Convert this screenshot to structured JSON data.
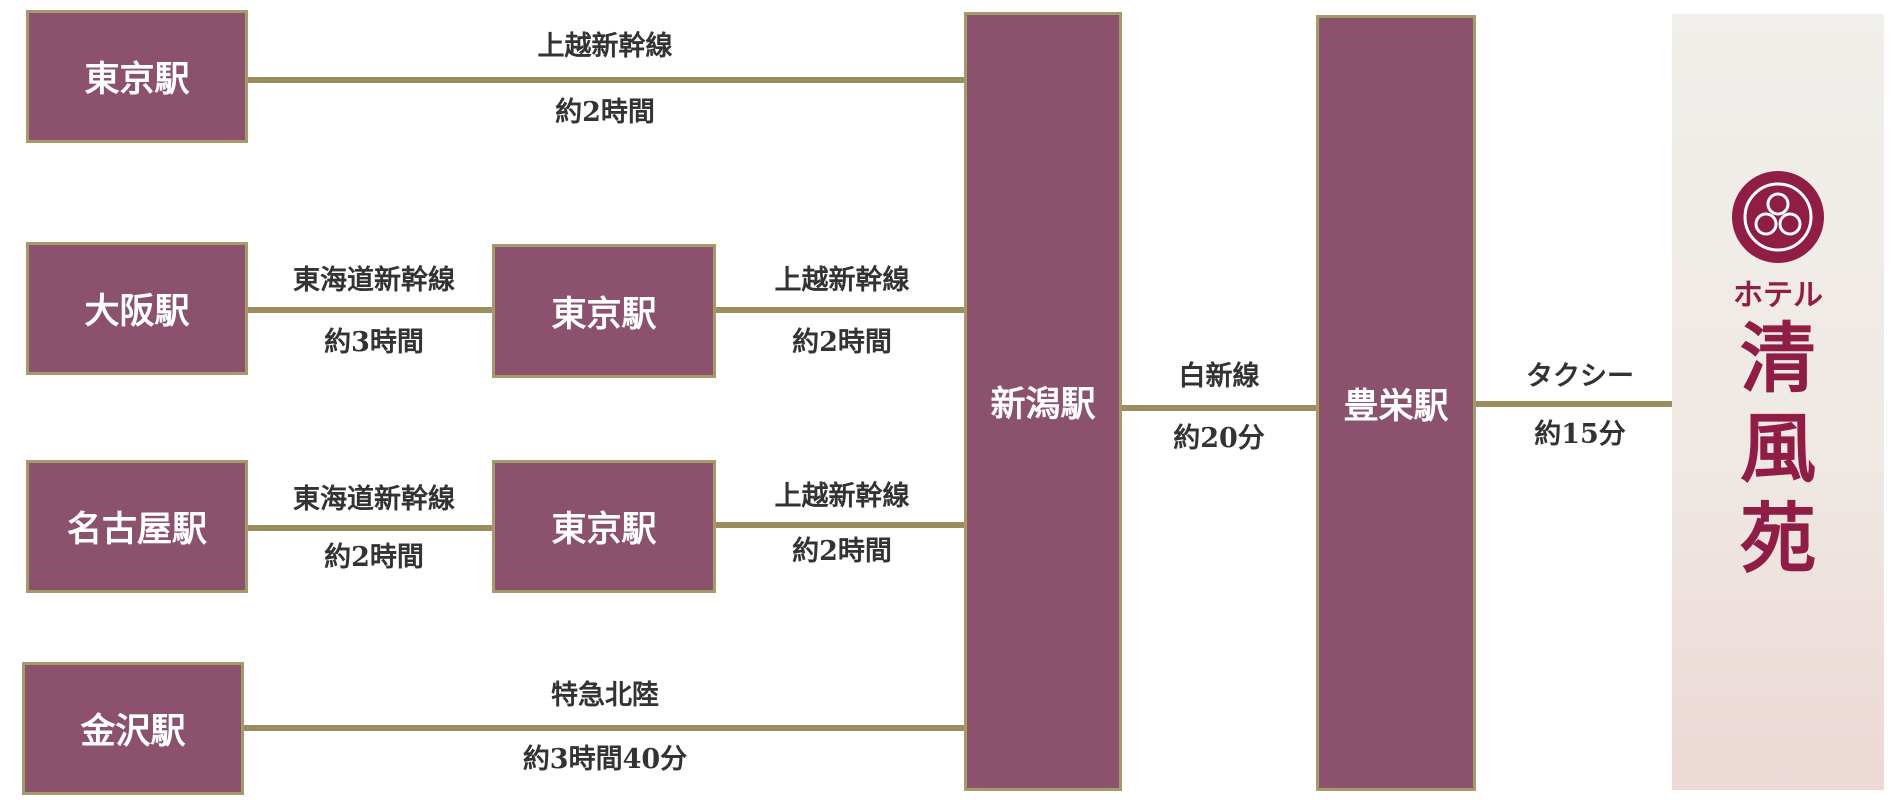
{
  "colors": {
    "box": "#8b516d",
    "line": "#9b8d5e",
    "hotel": "#8f1d45"
  },
  "routes": [
    {
      "origin": "東京駅",
      "legs": [
        {
          "line": "上越新幹線",
          "time": "約2時間"
        }
      ]
    },
    {
      "origin": "大阪駅",
      "via": "東京駅",
      "legs": [
        {
          "line": "東海道新幹線",
          "time": "約3時間"
        },
        {
          "line": "上越新幹線",
          "time": "約2時間"
        }
      ]
    },
    {
      "origin": "名古屋駅",
      "via": "東京駅",
      "legs": [
        {
          "line": "東海道新幹線",
          "time": "約2時間"
        },
        {
          "line": "上越新幹線",
          "time": "約2時間"
        }
      ]
    },
    {
      "origin": "金沢駅",
      "legs": [
        {
          "line": "特急北陸",
          "time": "約3時間40分"
        }
      ]
    }
  ],
  "hub": {
    "name": "新潟駅"
  },
  "transfer": {
    "name": "豊栄駅",
    "line": "白新線",
    "time": "約20分"
  },
  "final": {
    "line": "タクシー",
    "time": "約15分"
  },
  "hotel": {
    "prefix": "ホテル",
    "name": "清風苑"
  }
}
